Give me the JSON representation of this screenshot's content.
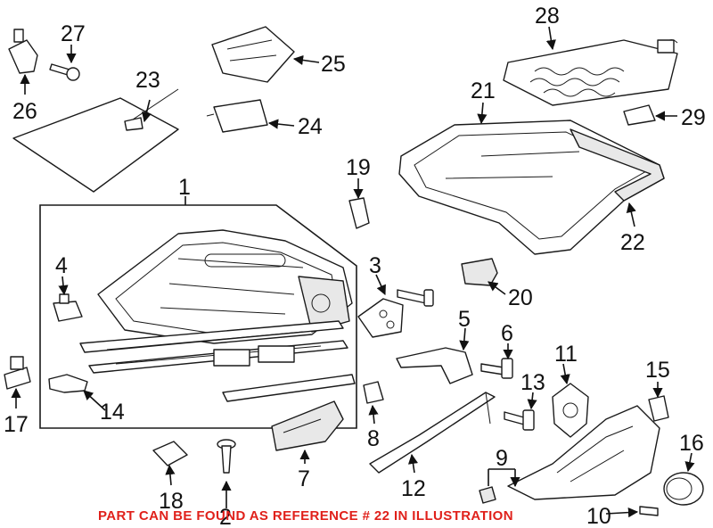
{
  "callouts": {
    "c1": "1",
    "c2": "2",
    "c3": "3",
    "c4": "4",
    "c5": "5",
    "c6": "6",
    "c7": "7",
    "c8": "8",
    "c9": "9",
    "c10": "10",
    "c11": "11",
    "c12": "12",
    "c13": "13",
    "c14": "14",
    "c15": "15",
    "c16": "16",
    "c17": "17",
    "c18": "18",
    "c19": "19",
    "c20": "20",
    "c21": "21",
    "c22": "22",
    "c23": "23",
    "c24": "24",
    "c25": "25",
    "c26": "26",
    "c27": "27",
    "c28": "28",
    "c29": "29"
  },
  "caption": {
    "text": "PART CAN BE FOUND AS REFERENCE # 22 IN ILLUSTRATION",
    "color": "#e0211b"
  },
  "colors": {
    "line": "#1a1a1a",
    "background": "#ffffff",
    "shade": "#e8e8e8"
  }
}
